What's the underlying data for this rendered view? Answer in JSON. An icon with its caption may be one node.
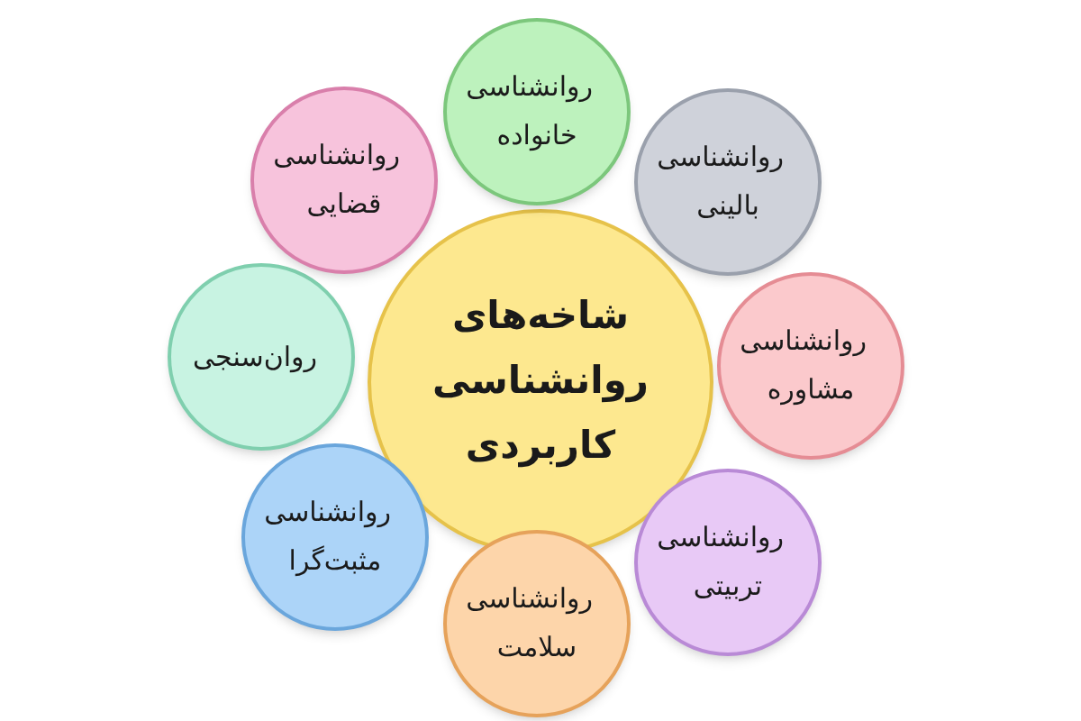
{
  "diagram": {
    "nodes": [
      {
        "text": [
          "شاخه‌های روانشناسی کاربردی"
        ]
      },
      {
        "text": [
          "روانشناسی خانواده"
        ]
      },
      {
        "text": [
          "روانشناسی بالینی"
        ]
      },
      {
        "text": [
          "روانشناسی مشاوره"
        ]
      },
      {
        "text": [
          "روانشناسی تربیتی"
        ]
      },
      {
        "text": [
          "روانشناسی سلامت"
        ]
      },
      {
        "text": [
          "روانشناسی مثبت‌گرا"
        ]
      },
      {
        "text": [
          "روان‌سنجی"
        ]
      },
      {
        "text": [
          "روانشناسی قضایی"
        ]
      }
    ]
  }
}
